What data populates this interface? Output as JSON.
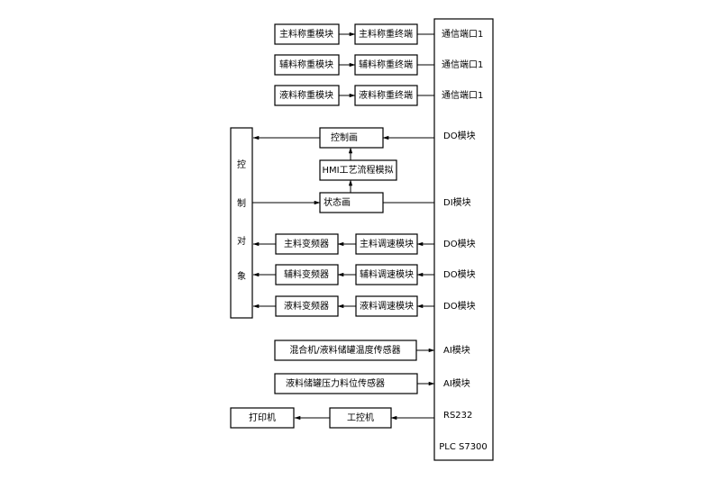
{
  "diagram": {
    "plc": {
      "label": "PLC S7300"
    },
    "ports": {
      "comm1": "通信端口1",
      "comm2": "通信端口1",
      "comm3": "通信端口1",
      "do_control": "DO模块",
      "di_status": "DI模块",
      "do1": "DO模块",
      "do2": "DO模块",
      "do3": "DO模块",
      "ai1": "AI模块",
      "ai2": "AI模块",
      "rs232": "RS232"
    },
    "weighing": [
      {
        "module": "主料称重模块",
        "terminal": "主料称重终端"
      },
      {
        "module": "辅料称重模块",
        "terminal": "辅料称重终端"
      },
      {
        "module": "液料称重模块",
        "terminal": "液料称重终端"
      }
    ],
    "control_screen": "控制画",
    "hmi": "HMI工艺流程模拟",
    "status_screen": "状态画",
    "control_object": [
      "控",
      "制",
      "对",
      "象"
    ],
    "drives": [
      {
        "inverter": "主料变频器",
        "speed": "主料调速模块"
      },
      {
        "inverter": "辅料变频器",
        "speed": "辅料调速模块"
      },
      {
        "inverter": "液料变频器",
        "speed": "液料调速模块"
      }
    ],
    "sensor1": "混合机/液料储罐温度传感器",
    "sensor2": "液料储罐压力料位传感器",
    "printer": "打印机",
    "ipc": "工控机"
  }
}
